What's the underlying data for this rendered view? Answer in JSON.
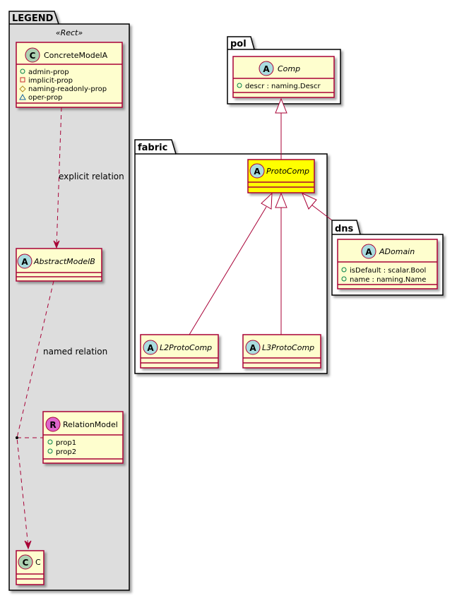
{
  "colors": {
    "class_fill": "#FEFECE",
    "class_border": "#A80036",
    "highlight_fill": "#FFFF00",
    "legend_bg": "#DDDDDD",
    "abstract_badge": "#A9DCDF",
    "class_badge": "#ADD1B2",
    "relation_badge": "#DD66CC",
    "edge": "#A80036"
  },
  "legend": {
    "title": "LEGEND",
    "stereotype": "«Rect»",
    "concrete": {
      "badge": "C",
      "name": "ConcreteModelA",
      "attrs": [
        {
          "icon": "circle-icon",
          "text": "admin-prop"
        },
        {
          "icon": "square-icon",
          "text": "implicit-prop"
        },
        {
          "icon": "diamond-icon",
          "text": "naming-readonly-prop"
        },
        {
          "icon": "triangle-icon",
          "text": "oper-prop"
        }
      ]
    },
    "explicit_relation_label": "explicit relation",
    "abstract": {
      "badge": "A",
      "name": "AbstractModelB"
    },
    "named_relation_label": "named relation",
    "relation": {
      "badge": "R",
      "name": "RelationModel",
      "attrs": [
        {
          "icon": "circle-icon",
          "text": "prop1"
        },
        {
          "icon": "circle-icon",
          "text": "prop2"
        }
      ]
    },
    "c": {
      "badge": "C",
      "name": "C"
    }
  },
  "pol": {
    "title": "pol",
    "comp": {
      "badge": "A",
      "name": "Comp",
      "attrs": [
        {
          "icon": "circle-icon",
          "text": "descr : naming.Descr"
        }
      ]
    }
  },
  "fabric": {
    "title": "fabric",
    "protocomp": {
      "badge": "A",
      "name": "ProtoComp"
    },
    "l2": {
      "badge": "A",
      "name": "L2ProtoComp"
    },
    "l3": {
      "badge": "A",
      "name": "L3ProtoComp"
    }
  },
  "dns": {
    "title": "dns",
    "adomain": {
      "badge": "A",
      "name": "ADomain",
      "attrs": [
        {
          "icon": "circle-icon",
          "text": "isDefault : scalar.Bool"
        },
        {
          "icon": "circle-icon",
          "text": "name : naming.Name"
        }
      ]
    }
  }
}
